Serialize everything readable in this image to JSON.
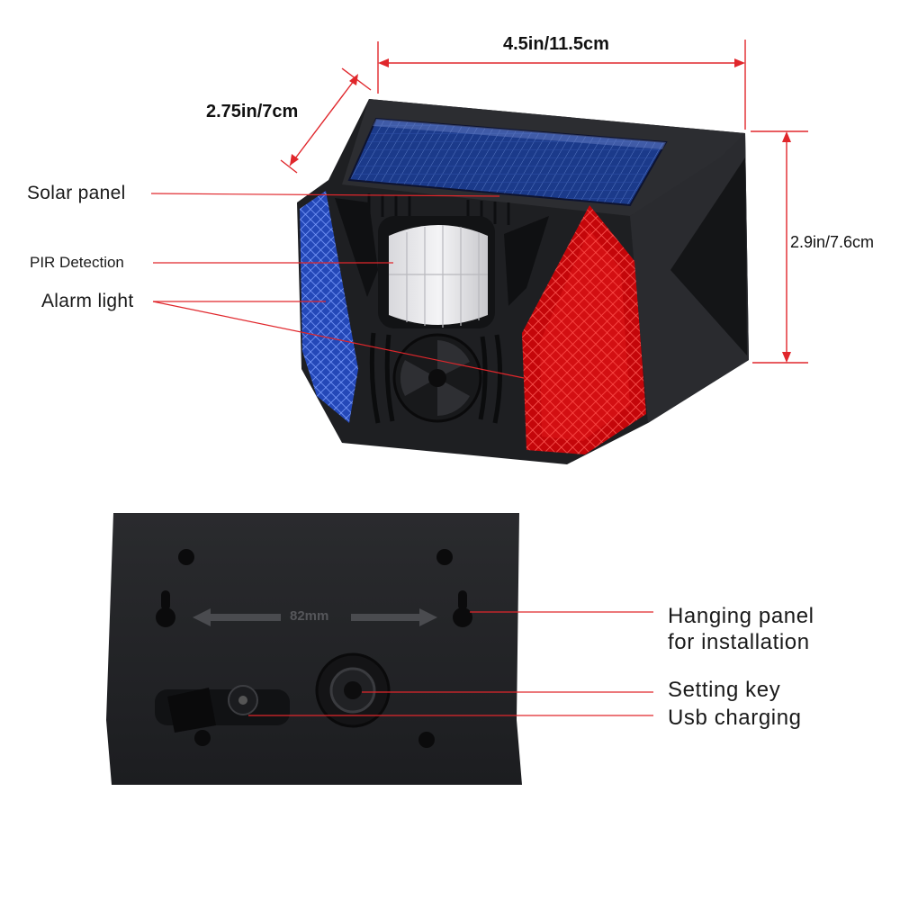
{
  "dimensions": {
    "width": "4.5in/11.5cm",
    "depth": "2.75in/7cm",
    "height": "2.9in/7.6cm"
  },
  "front_labels": {
    "solar_panel": "Solar panel",
    "pir_detection": "PIR Detection",
    "alarm_light": "Alarm light"
  },
  "back_plate": {
    "hole_spacing": "82mm"
  },
  "back_labels": {
    "hanging_panel_line1": "Hanging panel",
    "hanging_panel_line2": "for installation",
    "setting_key": "Setting key",
    "usb_charging": "Usb charging"
  },
  "colors": {
    "dimension_line": "#e0262b",
    "body": "#1e1f22",
    "solar": "#1f3d8c",
    "alarm_blue": "#2f5fd6",
    "alarm_red": "#e01a1a"
  }
}
